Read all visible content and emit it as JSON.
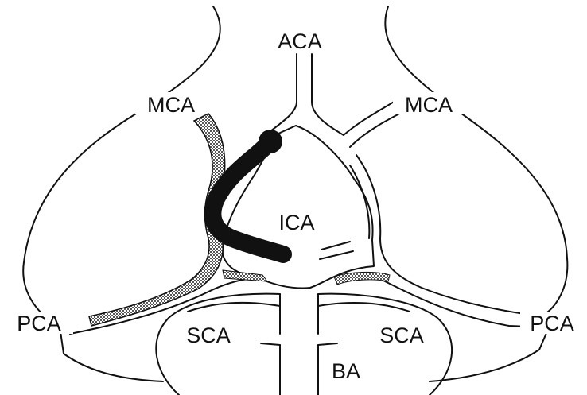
{
  "labels": {
    "aca": "ACA",
    "mca_left": "MCA",
    "mca_right": "MCA",
    "ica": "ICA",
    "pca_left": "PCA",
    "pca_right": "PCA",
    "sca_left": "SCA",
    "sca_right": "SCA",
    "ba": "BA"
  },
  "colors": {
    "line": "#111111",
    "occlusion": "#111111",
    "stipple": "#8a8a8a",
    "background": "#ffffff"
  }
}
